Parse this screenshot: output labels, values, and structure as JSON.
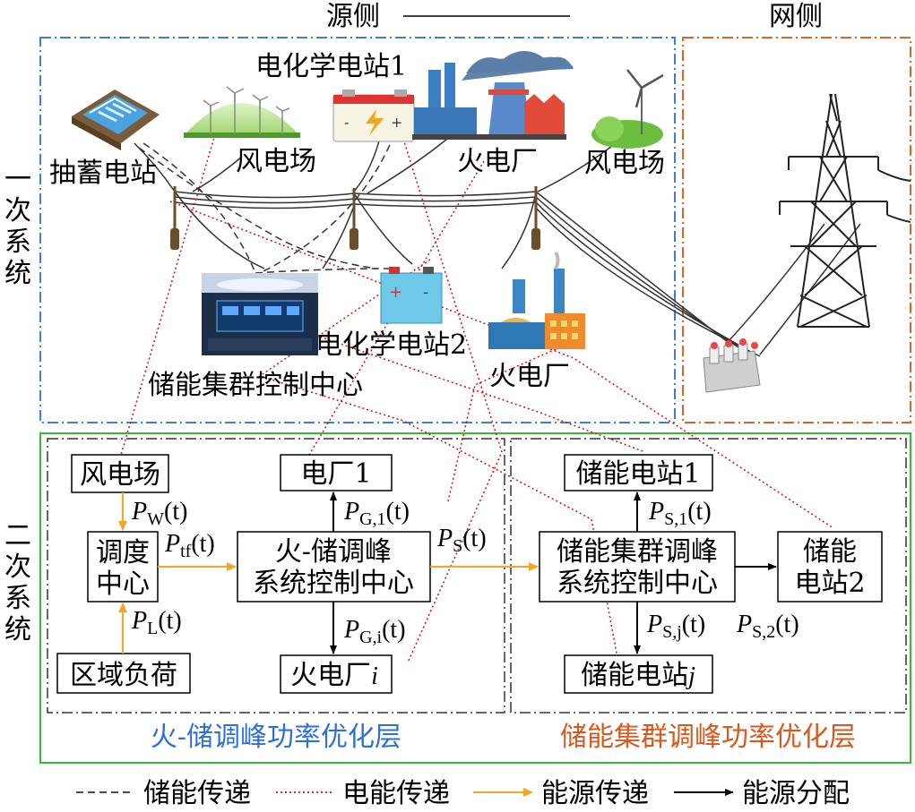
{
  "top": {
    "source_side": "源侧",
    "grid_side": "网侧",
    "primary_system": [
      "一",
      "次",
      "系",
      "统"
    ]
  },
  "primary_labels": {
    "pumped_storage": "抽蓄电站",
    "wind_farm_1": "风电场",
    "echem_station_1": "电化学电站1",
    "thermal_plant_1": "火电厂",
    "wind_farm_2": "风电场",
    "storage_control_center": "储能集群控制中心",
    "echem_station_2": "电化学电站2",
    "thermal_plant_2": "火电厂"
  },
  "secondary": {
    "title": [
      "二",
      "次",
      "系",
      "统"
    ],
    "left_layer": "火-储调峰功率优化层",
    "right_layer": "储能集群调峰功率优化层",
    "boxes": {
      "wind_farm": "风电场",
      "dispatch_center": [
        "调度",
        "中心"
      ],
      "regional_load": "区域负荷",
      "plant_1": "电厂1",
      "thermal_storage_center": [
        "火-储调峰",
        "系统控制中心"
      ],
      "thermal_plant_i": [
        "火电厂",
        "i"
      ],
      "storage_station_1": "储能电站1",
      "cluster_center": [
        "储能集群调峰",
        "系统控制中心"
      ],
      "storage_station_2": [
        "储能",
        "电站2"
      ],
      "storage_station_j": [
        "储能电站",
        "j"
      ]
    },
    "signals": {
      "pw": {
        "sym": "P",
        "sub": "W",
        "arg": "(t)"
      },
      "ptf": {
        "sym": "P",
        "sub": "tf",
        "arg": "(t)"
      },
      "pl": {
        "sym": "P",
        "sub": "L",
        "arg": "(t)"
      },
      "pg1": {
        "sym": "P",
        "sub": "G,1",
        "arg": "(t)"
      },
      "pgi": {
        "sym": "P",
        "sub": "G,i",
        "arg": "(t)"
      },
      "ps": {
        "sym": "P",
        "sub": "S",
        "arg": "(t)"
      },
      "ps1": {
        "sym": "P",
        "sub": "S,1",
        "arg": "(t)"
      },
      "psj": {
        "sym": "P",
        "sub": "S,j",
        "arg": "(t)"
      },
      "ps2": {
        "sym": "P",
        "sub": "S,2",
        "arg": "(t)"
      }
    }
  },
  "legend": {
    "storage_transfer": "储能传递",
    "electric_transfer": "电能传递",
    "energy_transfer": "能源传递",
    "energy_distribution": "能源分配"
  },
  "colors": {
    "blue_frame": "#3b7fd6",
    "orange_frame": "#e0612a",
    "green_frame": "#33bb33",
    "red_dotted": "#cc1111",
    "orange_arrow": "#f5a623",
    "left_layer_text": "#2e6fd8",
    "right_layer_text": "#d8581e"
  }
}
